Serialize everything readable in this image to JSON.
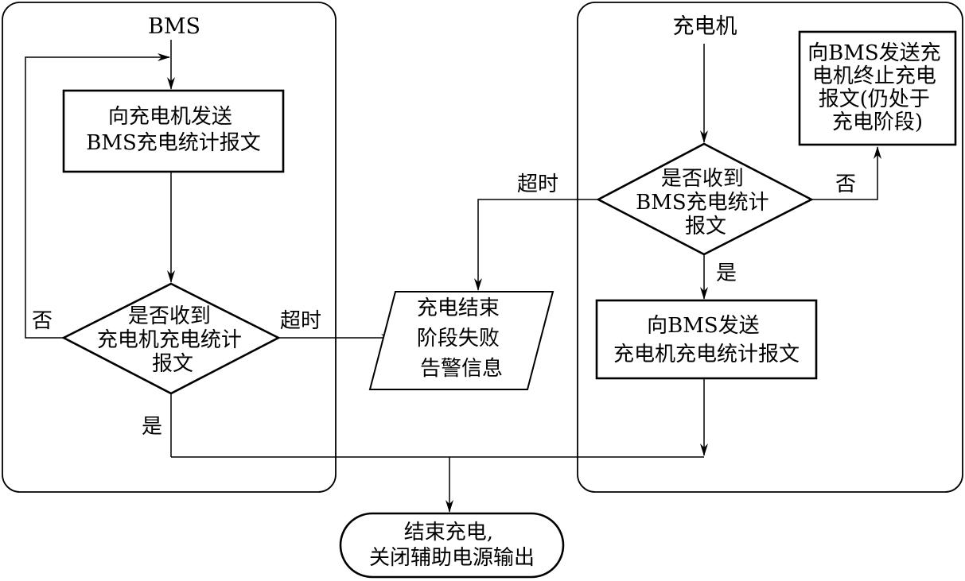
{
  "lanes": {
    "bms": {
      "title": "BMS"
    },
    "charger": {
      "title": "充电机"
    }
  },
  "nodes": {
    "bms_send": {
      "lines": [
        "向充电机发送",
        "BMS充电统计报文"
      ]
    },
    "bms_decision": {
      "lines": [
        "是否收到",
        "充电机充电统计",
        "报文"
      ]
    },
    "alarm": {
      "lines": [
        "充电结束",
        "阶段失败",
        "告警信息"
      ]
    },
    "charger_decision": {
      "lines": [
        "是否收到",
        "BMS充电统计",
        "报文"
      ]
    },
    "charger_terminate": {
      "lines": [
        "向BMS发送充",
        "电机终止充电",
        "报文(仍处于",
        "充电阶段)"
      ]
    },
    "charger_send": {
      "lines": [
        "向BMS发送",
        "充电机充电统计报文"
      ]
    },
    "end": {
      "lines": [
        "结束充电,",
        "关闭辅助电源输出"
      ]
    }
  },
  "edge_labels": {
    "bms_no": "否",
    "bms_timeout": "超时",
    "bms_yes": "是",
    "charger_timeout": "超时",
    "charger_no": "否",
    "charger_yes": "是"
  }
}
